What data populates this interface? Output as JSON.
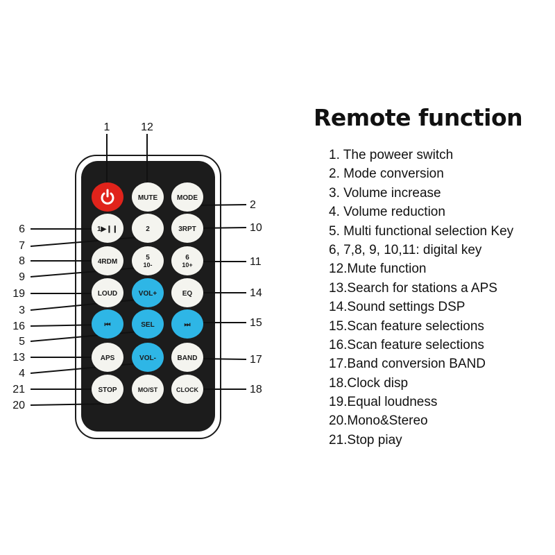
{
  "title": "Remote function",
  "functions": [
    "1. The poweer switch",
    "2. Mode conversion",
    "3. Volume increase",
    "4. Volume reduction",
    "5. Multi functional selection Key",
    "6, 7,8, 9, 10,11: digital key",
    "12.Mute function",
    "13.Search for stations a APS",
    "14.Sound settings DSP",
    "15.Scan feature selections",
    "16.Scan feature selections",
    "17.Band conversion BAND",
    "18.Clock disp",
    "19.Equal loudness",
    "20.Mono&Stereo",
    "21.Stop piay"
  ],
  "remote": {
    "buttons": [
      {
        "id": "power",
        "label": "",
        "icon": "power-icon",
        "color": "#e0231b"
      },
      {
        "id": "mute",
        "label": "MUTE",
        "color": "#f4f4ef"
      },
      {
        "id": "mode",
        "label": "MODE",
        "color": "#f4f4ef"
      },
      {
        "id": "play-pause",
        "label": "1▶❙❙",
        "color": "#f4f4ef"
      },
      {
        "id": "key-2",
        "label": "2",
        "color": "#f4f4ef"
      },
      {
        "id": "rpt",
        "label": "3RPT",
        "color": "#f4f4ef"
      },
      {
        "id": "rdm",
        "label": "4RDM",
        "color": "#f4f4ef"
      },
      {
        "id": "key-5",
        "label": "5",
        "sublabel": "10-",
        "color": "#f4f4ef"
      },
      {
        "id": "key-6",
        "label": "6",
        "sublabel": "10+",
        "color": "#f4f4ef"
      },
      {
        "id": "loud",
        "label": "LOUD",
        "color": "#f4f4ef"
      },
      {
        "id": "vol-up",
        "label": "VOL+",
        "color": "#2eb6e6"
      },
      {
        "id": "eq",
        "label": "EQ",
        "color": "#f4f4ef"
      },
      {
        "id": "prev",
        "label": "⏮",
        "icon": "previous-track-icon",
        "color": "#2eb6e6"
      },
      {
        "id": "sel",
        "label": "SEL",
        "color": "#2eb6e6"
      },
      {
        "id": "next",
        "label": "⏭",
        "icon": "next-track-icon",
        "color": "#2eb6e6"
      },
      {
        "id": "aps",
        "label": "APS",
        "color": "#f4f4ef"
      },
      {
        "id": "vol-down",
        "label": "VOL-",
        "color": "#2eb6e6"
      },
      {
        "id": "band",
        "label": "BAND",
        "color": "#f4f4ef"
      },
      {
        "id": "stop",
        "label": "STOP",
        "color": "#f4f4ef"
      },
      {
        "id": "mo-st",
        "label": "MO/ST",
        "color": "#f4f4ef"
      },
      {
        "id": "clock",
        "label": "CLOCK",
        "color": "#f4f4ef"
      }
    ],
    "callouts": {
      "left": [
        "6",
        "7",
        "8",
        "9",
        "19",
        "3",
        "16",
        "5",
        "13",
        "4",
        "21",
        "20"
      ],
      "right": [
        "2",
        "10",
        "11",
        "14",
        "15",
        "17",
        "18"
      ],
      "top": [
        "1",
        "12"
      ]
    }
  },
  "colors": {
    "remote_body": "#1c1c1c",
    "power_red": "#e0231b",
    "accent_blue": "#2eb6e6",
    "key_white": "#f4f4ef"
  }
}
